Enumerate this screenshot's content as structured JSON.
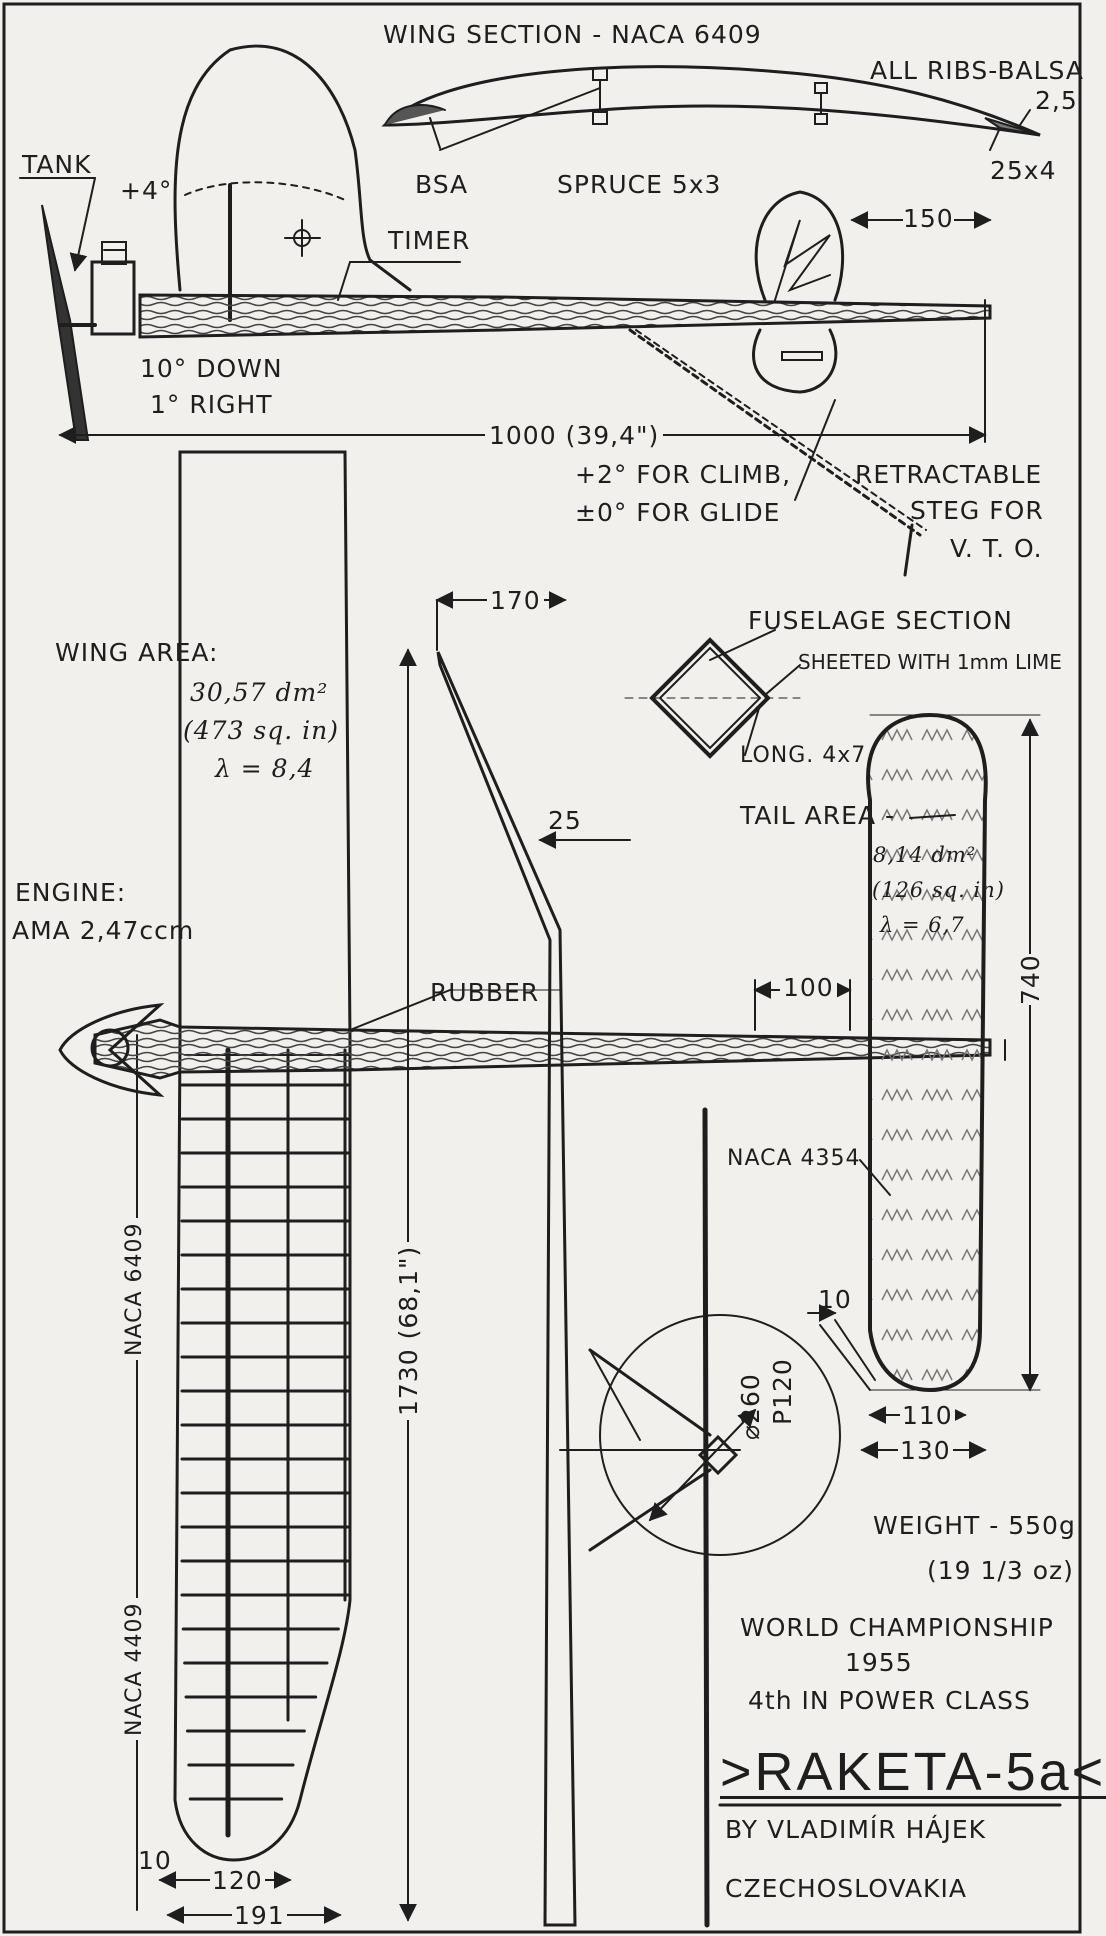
{
  "wing_section": {
    "title": "WING SECTION - NACA 6409",
    "ribs": "ALL RIBS-BALSA",
    "ribs_thickness": "2,5",
    "bsa": "BSA",
    "spruce": "SPRUCE 5x3",
    "trailing_edge": "25x4"
  },
  "side_view": {
    "tank": "TANK",
    "wing_incidence": "+4°",
    "timer": "TIMER",
    "thrust_down": "10° DOWN",
    "thrust_right": "1° RIGHT",
    "stab_dim": "150",
    "length": "1000 (39,4\")",
    "tail_climb": "+2° FOR CLIMB,",
    "tail_glide": "±0° FOR GLIDE",
    "steg_1": "RETRACTABLE",
    "steg_2": "STEG FOR",
    "steg_3": "V. T. O."
  },
  "wing_area": {
    "label": "WING AREA:",
    "metric": "30,57 dm²",
    "imperial": "(473 sq. in)",
    "aspect": "λ = 8,4"
  },
  "engine": {
    "label": "ENGINE:",
    "model": "AMA 2,47ccm"
  },
  "dims": {
    "sweep": "170",
    "tip_chord": "25",
    "span": "1730 (68,1\")",
    "rubber": "RUBBER",
    "tail_dist": "100",
    "tail_span": "740",
    "naca_tail": "NACA 4354",
    "tail_chord_offset": "10",
    "tail_inner": "110",
    "tail_outer": "130",
    "prop": "⌀260",
    "pitch": "P120",
    "naca_root": "NACA 6409",
    "naca_tip": "NACA 4409",
    "wing_tip_10": "10",
    "wing_tip_120": "120",
    "wing_root": "191"
  },
  "fuselage_section": {
    "title": "FUSELAGE SECTION",
    "sheeted": "SHEETED WITH 1mm LIME",
    "longerons": "LONG. 4x7"
  },
  "tail_area": {
    "label": "TAIL AREA -",
    "metric": "8,14 dm²",
    "imperial": "(126 sq. in)",
    "aspect": "λ = 6,7"
  },
  "info": {
    "weight": "WEIGHT - 550g",
    "weight_oz": "(19 1/3 oz)",
    "championship": "WORLD CHAMPIONSHIP",
    "year": "1955",
    "place": "4th IN POWER CLASS",
    "title": ">RAKETA-5a<",
    "author": "BY VLADIMÍR HÁJEK",
    "country": "CZECHOSLOVAKIA"
  }
}
